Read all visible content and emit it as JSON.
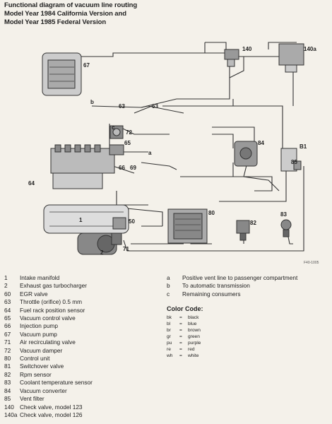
{
  "title": {
    "line1": "Functional diagram of vacuum line routing",
    "line2": "Model Year 1984 California Version and",
    "line3": "Model Year 1985 Federal Version"
  },
  "diagram": {
    "callouts": [
      "67",
      "140",
      "140a",
      "a",
      "b",
      "c",
      "63",
      "63",
      "B1",
      "72",
      "84",
      "65",
      "66",
      "69",
      "64",
      "80",
      "1",
      "50",
      "82",
      "83",
      "2",
      "71",
      "85"
    ],
    "figure_code": "F40-1005"
  },
  "legend": [
    {
      "num": "1",
      "desc": "Intake manifold"
    },
    {
      "num": "2",
      "desc": "Exhaust gas turbocharger"
    },
    {
      "num": "60",
      "desc": "EGR valve"
    },
    {
      "num": "63",
      "desc": "Throttle (orifice) 0.5 mm"
    },
    {
      "num": "64",
      "desc": "Fuel rack position sensor"
    },
    {
      "num": "65",
      "desc": "Vacuum control valve"
    },
    {
      "num": "66",
      "desc": "Injection pump"
    },
    {
      "num": "67",
      "desc": "Vacuum pump"
    },
    {
      "num": "71",
      "desc": "Air recirculating valve"
    },
    {
      "num": "72",
      "desc": "Vacuum damper"
    },
    {
      "num": "80",
      "desc": "Control unit"
    },
    {
      "num": "81",
      "desc": "Switchover valve"
    },
    {
      "num": "82",
      "desc": "Rpm sensor"
    },
    {
      "num": "83",
      "desc": "Coolant temperature sensor"
    },
    {
      "num": "84",
      "desc": "Vacuum converter"
    },
    {
      "num": "85",
      "desc": "Vent filter"
    },
    {
      "num": "140",
      "desc": "Check valve, model 123"
    },
    {
      "num": "140a",
      "desc": "Check valve, model 126"
    }
  ],
  "legend_letters": [
    {
      "letter": "a",
      "desc": "Positive vent line to passenger compartment"
    },
    {
      "letter": "b",
      "desc": "To automatic transmission"
    },
    {
      "letter": "c",
      "desc": "Remaining consumers"
    }
  ],
  "color_code": {
    "title": "Color Code:",
    "rows": [
      {
        "code": "bk",
        "eq": "=",
        "name": "black"
      },
      {
        "code": "bl",
        "eq": "=",
        "name": "blue"
      },
      {
        "code": "br",
        "eq": "=",
        "name": "brown"
      },
      {
        "code": "gr",
        "eq": "=",
        "name": "green"
      },
      {
        "code": "pu",
        "eq": "=",
        "name": "purple"
      },
      {
        "code": "re",
        "eq": "=",
        "name": "red"
      },
      {
        "code": "wh",
        "eq": "=",
        "name": "white"
      }
    ]
  }
}
